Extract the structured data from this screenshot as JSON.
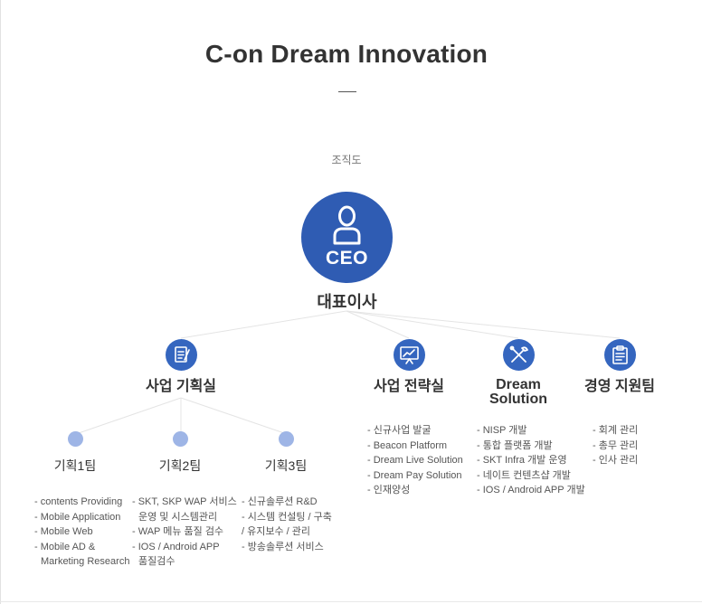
{
  "page": {
    "title": "C-on Dream Innovation",
    "subtitle": "조직도"
  },
  "ceo": {
    "icon": "person-icon",
    "badge": "CEO",
    "title": "대표이사",
    "color": "#2f5cb3"
  },
  "departments": [
    {
      "name": "사업 기획실",
      "icon": "document-edit-icon",
      "teams": [
        {
          "name": "기획1팀",
          "duties": [
            "- contents Providing",
            "- Mobile Application",
            "- Mobile Web",
            "- Mobile AD &",
            "  Marketing Research"
          ]
        },
        {
          "name": "기획2팀",
          "duties": [
            "- SKT, SKP WAP 서비스",
            "  운영 및 시스템관리",
            "- WAP 메뉴 품질 검수",
            "- IOS / Android APP",
            "  품질검수"
          ]
        },
        {
          "name": "기획3팀",
          "duties": [
            "- 신규솔루션 R&D",
            "- 시스템 컨설팅 / 구축",
            "/ 유지보수 / 관리",
            "- 방송솔루션 서비스"
          ]
        }
      ]
    },
    {
      "name": "사업 전략실",
      "icon": "presentation-chart-icon",
      "duties": [
        "- 신규사업 발굴",
        "- Beacon Platform",
        "- Dream Live Solution",
        "- Dream Pay Solution",
        "- 인재양성"
      ]
    },
    {
      "name_line1": "Dream",
      "name_line2": "Solution",
      "icon": "tools-icon",
      "duties": [
        "- NISP 개발",
        "- 통합 플랫폼 개발",
        "- SKT Infra 개발 운영",
        "- 네이트 컨텐츠샵 개발",
        "- IOS / Android APP 개발"
      ]
    },
    {
      "name": "경영 지원팀",
      "icon": "clipboard-icon",
      "duties": [
        "- 회계 관리",
        "- 총무 관리",
        "- 인사 관리"
      ]
    }
  ],
  "colors": {
    "dept_icon": "#3566bf",
    "team_dot": "#9eb5e6",
    "connector": "#e6e6e6"
  }
}
